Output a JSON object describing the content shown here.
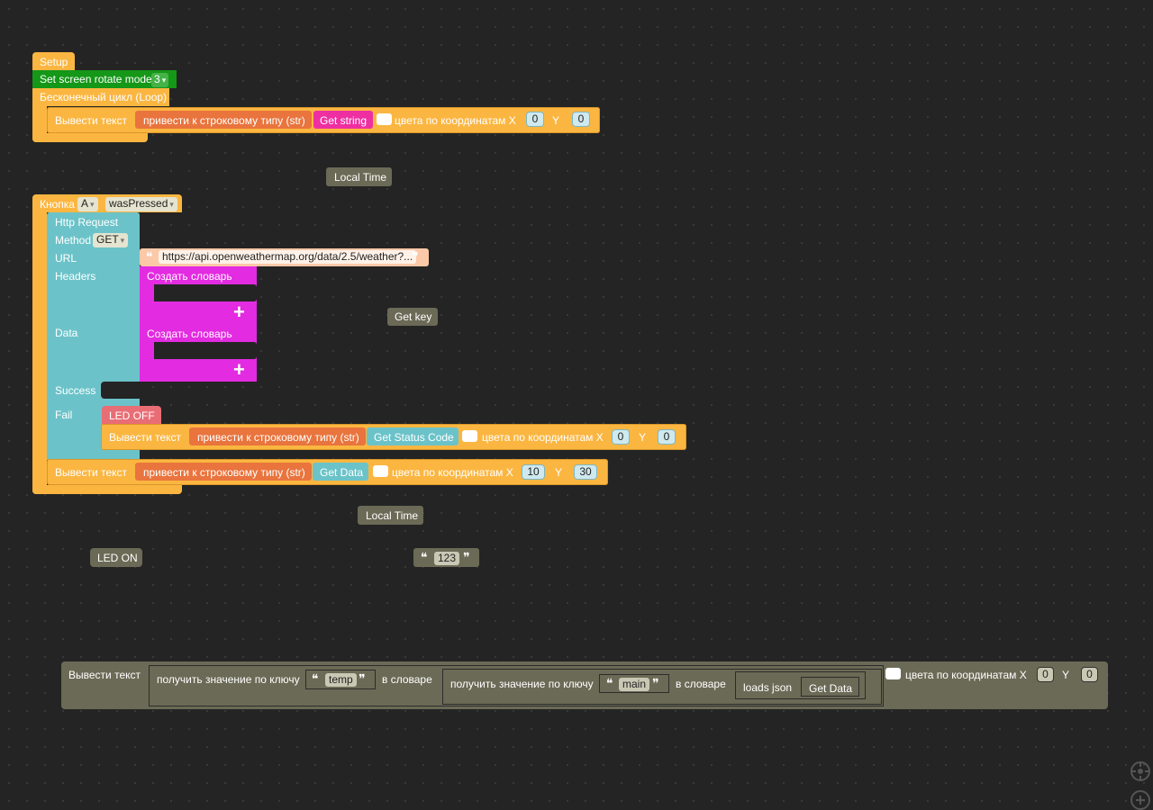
{
  "setup": {
    "header": "Setup",
    "rotate_label": "Set screen rotate mode",
    "rotate_value": "3",
    "loop_label": "Бесконечный цикл (Loop)",
    "print_label": "Вывести текст",
    "to_str_label": "привести к строковому типу (str)",
    "get_string": "Get string",
    "color_coords_label": "цвета по координатам X",
    "x_value": "0",
    "y_label": "Y",
    "y_value": "0"
  },
  "floating": {
    "local_time_1": "Local Time",
    "get_key": "Get key",
    "local_time_2": "Local Time",
    "led_on": "LED ON",
    "string_123": "123"
  },
  "button_event": {
    "label": "Кнопка",
    "button": "A",
    "event": "wasPressed",
    "http": {
      "title": "Http Request",
      "method_label": "Method",
      "method_value": "GET",
      "url_label": "URL",
      "url_value": "https://api.openweathermap.org/data/2.5/weather?...",
      "headers_label": "Headers",
      "create_dict_1": "Создать словарь",
      "data_label": "Data",
      "create_dict_2": "Создать словарь",
      "success_label": "Success",
      "fail_label": "Fail"
    },
    "fail_body": {
      "led_off": "LED OFF",
      "print_label": "Вывести текст",
      "to_str_label": "привести к строковому типу (str)",
      "get_status": "Get Status Code",
      "color_coords_label": "цвета по координатам X",
      "x_value": "0",
      "y_label": "Y",
      "y_value": "0"
    },
    "after": {
      "print_label": "Вывести текст",
      "to_str_label": "привести к строковому типу (str)",
      "get_data": "Get Data",
      "color_coords_label": "цвета по координатам X",
      "x_value": "10",
      "y_label": "Y",
      "y_value": "30"
    }
  },
  "disabled_block": {
    "print_label": "Вывести текст",
    "get_key_label": "получить значение по ключу",
    "key_temp": "temp",
    "in_dict": "в словаре",
    "get_key_label_2": "получить значение по ключу",
    "key_main": "main",
    "in_dict_2": "в словаре",
    "loads_json": "loads json",
    "get_data": "Get Data",
    "color_coords_label": "цвета по координатам X",
    "x_value": "0",
    "y_label": "Y",
    "y_value": "0"
  },
  "controls": {
    "recenter_icon": "crosshair-icon",
    "zoom_in_icon": "plus-circle-icon"
  }
}
